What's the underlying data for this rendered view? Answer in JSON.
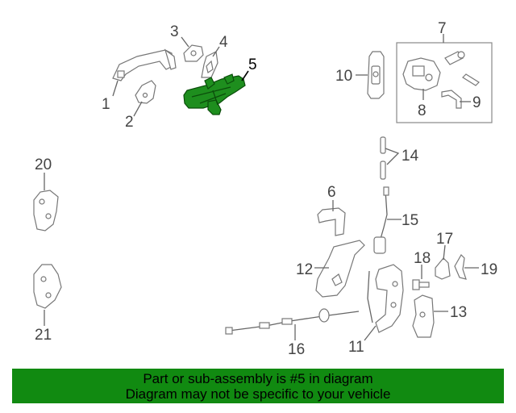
{
  "diagram": {
    "callouts": [
      "1",
      "2",
      "3",
      "4",
      "5",
      "6",
      "7",
      "8",
      "9",
      "10",
      "11",
      "12",
      "13",
      "14",
      "15",
      "16",
      "17",
      "18",
      "19",
      "20",
      "21"
    ],
    "highlighted_part": "5",
    "highlight_color": "#1e8e1e"
  },
  "footer": {
    "line1": "Part or sub-assembly is #5 in diagram",
    "line2": "Diagram may not be specific to your vehicle",
    "background": "#118a11"
  }
}
